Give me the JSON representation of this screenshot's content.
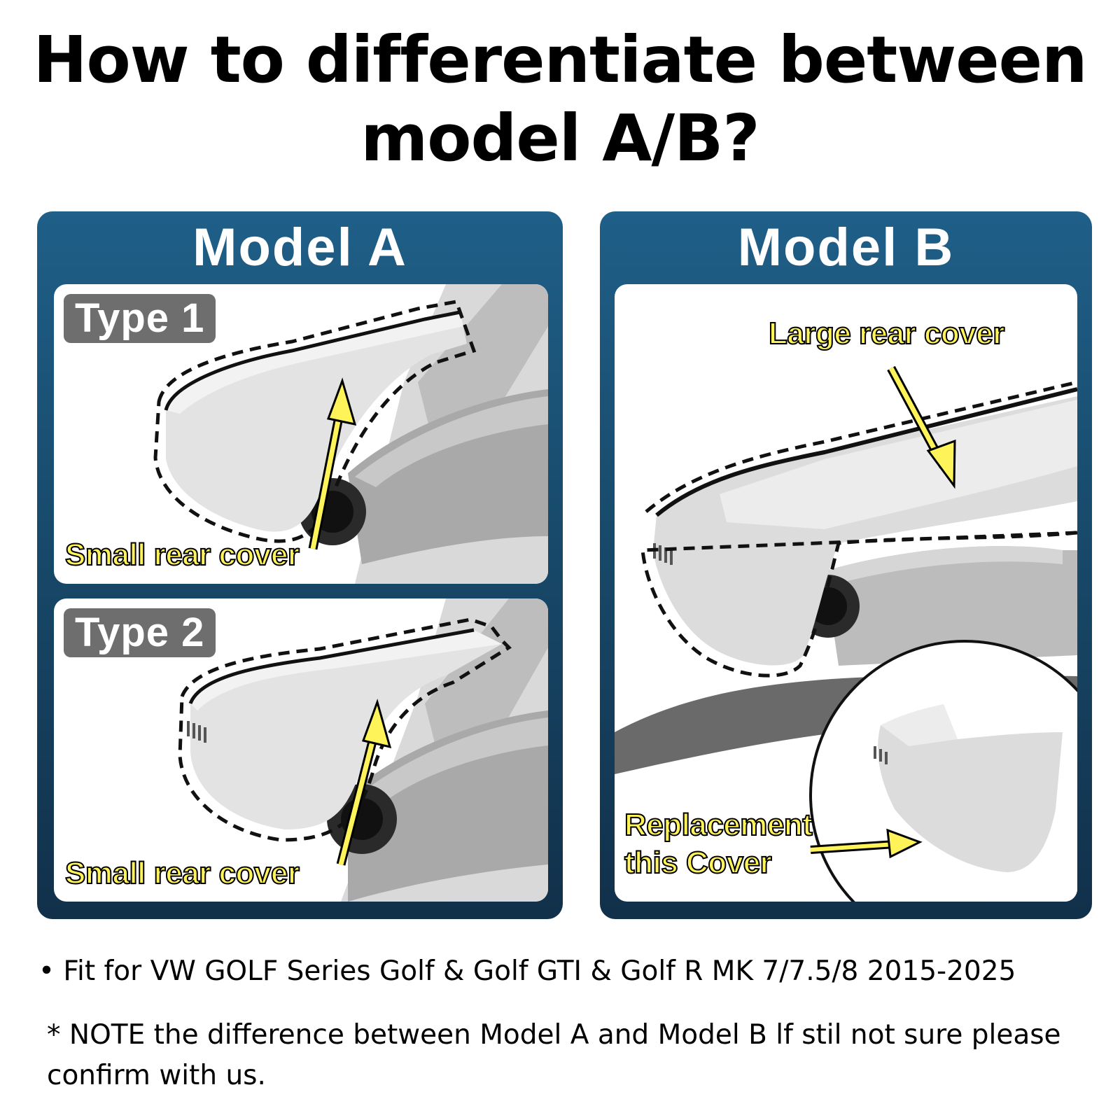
{
  "heading": {
    "line1": "How to differentiate between",
    "line2": "model A/B?"
  },
  "model_a": {
    "title": "Model A",
    "type1": {
      "badge": "Type 1",
      "callout": "Small rear cover"
    },
    "type2": {
      "badge": "Type 2",
      "callout": "Small rear cover"
    }
  },
  "model_b": {
    "title": "Model B",
    "callout_top": "Large rear cover",
    "callout_bottom_line1": "Replacement",
    "callout_bottom_line2": "this Cover"
  },
  "notes": {
    "bullet_symbol": "•",
    "fit_text": "Fit for VW GOLF Series Golf & Golf GTI & Golf R MK 7/7.5/8 2015-2025",
    "note_text": "* NOTE the difference between Model A and Model B lf stil not sure please confirm with us."
  },
  "colors": {
    "panel_top": "#1f5f88",
    "panel_bottom": "#11304a",
    "callout_yellow": "#fff35a",
    "badge_gray": "#6e6e6e"
  }
}
